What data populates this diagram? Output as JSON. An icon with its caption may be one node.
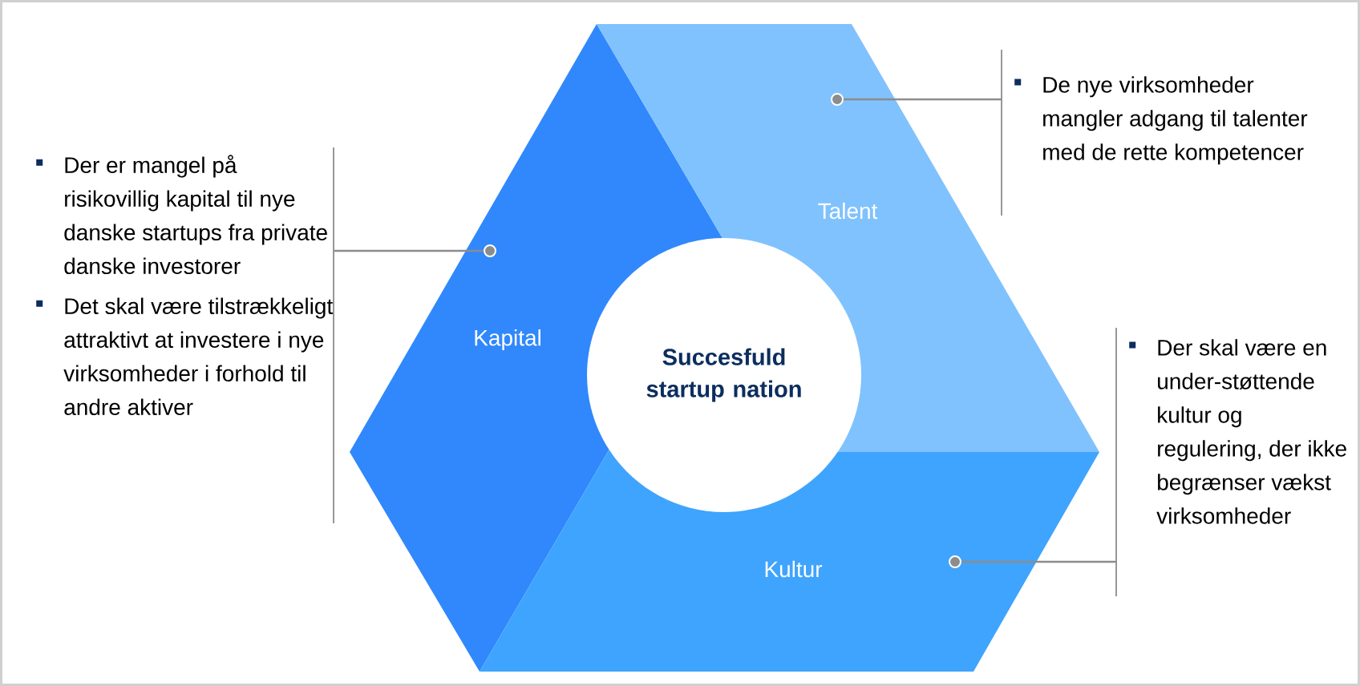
{
  "diagram": {
    "nodes": [
      {
        "text": [
          "Kapital"
        ]
      },
      {
        "text": [
          "Talent"
        ]
      },
      {
        "text": [
          "Kultur"
        ]
      },
      {
        "text": [
          "Succesfuld startup nation"
        ]
      },
      {
        "text": [
          "Der er mangel på risikovillig kapital til nye danske startups fra private danske investorer",
          "Det skal være tilstrækkeligt attraktivt at investere i nye virksomheder i forhold til andre aktiver"
        ]
      },
      {
        "text": [
          "De nye virksomheder mangler adgang til talenter med de rette kompetencer"
        ]
      },
      {
        "text": [
          "Der skal være en under-støttende kultur og regulering, der ikke begrænser vækst virksomheder"
        ]
      }
    ],
    "edges": [
      {
        "from": 4,
        "to": 0,
        "arrow": "other"
      },
      {
        "from": 5,
        "to": 1,
        "arrow": "other"
      },
      {
        "from": 6,
        "to": 2,
        "arrow": "other"
      }
    ]
  }
}
